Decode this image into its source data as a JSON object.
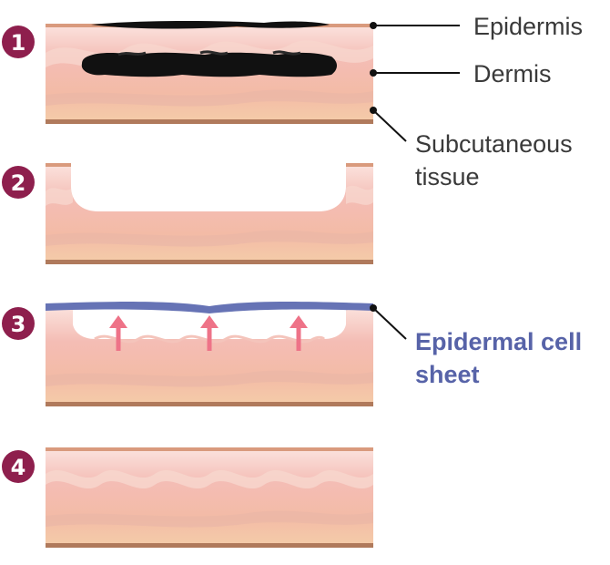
{
  "steps": [
    "1",
    "2",
    "3",
    "4"
  ],
  "labels": {
    "epidermis": "Epidermis",
    "dermis": "Dermis",
    "subcutaneous_line1": "Subcutaneous",
    "subcutaneous_line2": "tissue",
    "cell_sheet_line1": "Epidermal cell",
    "cell_sheet_line2": "sheet"
  },
  "colors": {
    "step_badge": "#8e1f4d",
    "skin_top": "#f9d9d4",
    "skin_mid": "#f2b5ae",
    "skin_bottom": "#f4c7a8",
    "skin_base_line": "#b07a5c",
    "epidermis_line": "#d99a7d",
    "wound": "#111111",
    "cell_sheet": "#6673b5",
    "arrow": "#ee7388",
    "accent_label": "#5763a8"
  }
}
